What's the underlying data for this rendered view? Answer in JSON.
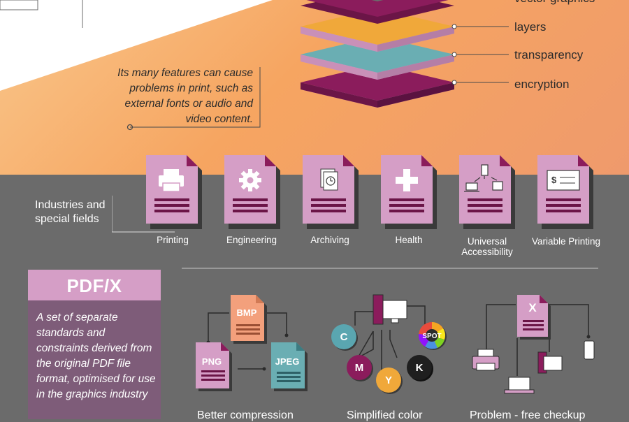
{
  "layers": {
    "labels": [
      "vector graphics",
      "layers",
      "transparency",
      "encryption"
    ]
  },
  "intro_text": "Its many features can cause problems in print, such as external fonts or audio and video content.",
  "industries": {
    "label": "Industries and special fields",
    "items": [
      {
        "caption": "Printing",
        "icon": "printer-icon"
      },
      {
        "caption": "Engineering",
        "icon": "gear-icon"
      },
      {
        "caption": "Archiving",
        "icon": "archive-clock-icon"
      },
      {
        "caption": "Health",
        "icon": "cross-icon"
      },
      {
        "caption": "Universal Accessibility",
        "icon": "devices-icon"
      },
      {
        "caption": "Variable Printing",
        "icon": "check-icon"
      }
    ]
  },
  "pdfx": {
    "title": "PDF/X",
    "description": "A set of separate standards and constraints derived from the original PDF file format, optimised for use in the graphics industry"
  },
  "compression": {
    "caption": "Better compression",
    "formats": [
      "BMP",
      "PNG",
      "JPEG"
    ]
  },
  "color": {
    "caption": "Simplified color",
    "inks": [
      {
        "label": "C",
        "color": "#5aa6b0"
      },
      {
        "label": "M",
        "color": "#8b1c5c"
      },
      {
        "label": "Y",
        "color": "#f0a83a"
      },
      {
        "label": "K",
        "color": "#1f1f1f"
      },
      {
        "label": "SPOT",
        "color": "#2b2b2b"
      }
    ]
  },
  "checkup": {
    "caption": "Problem - free checkup",
    "file_label": "X"
  },
  "colors": {
    "magenta": "#8b1c5c",
    "orange": "#f0a83a",
    "teal": "#6aaeb3",
    "pink": "#d59ec6",
    "purple": "#7e5c79"
  }
}
